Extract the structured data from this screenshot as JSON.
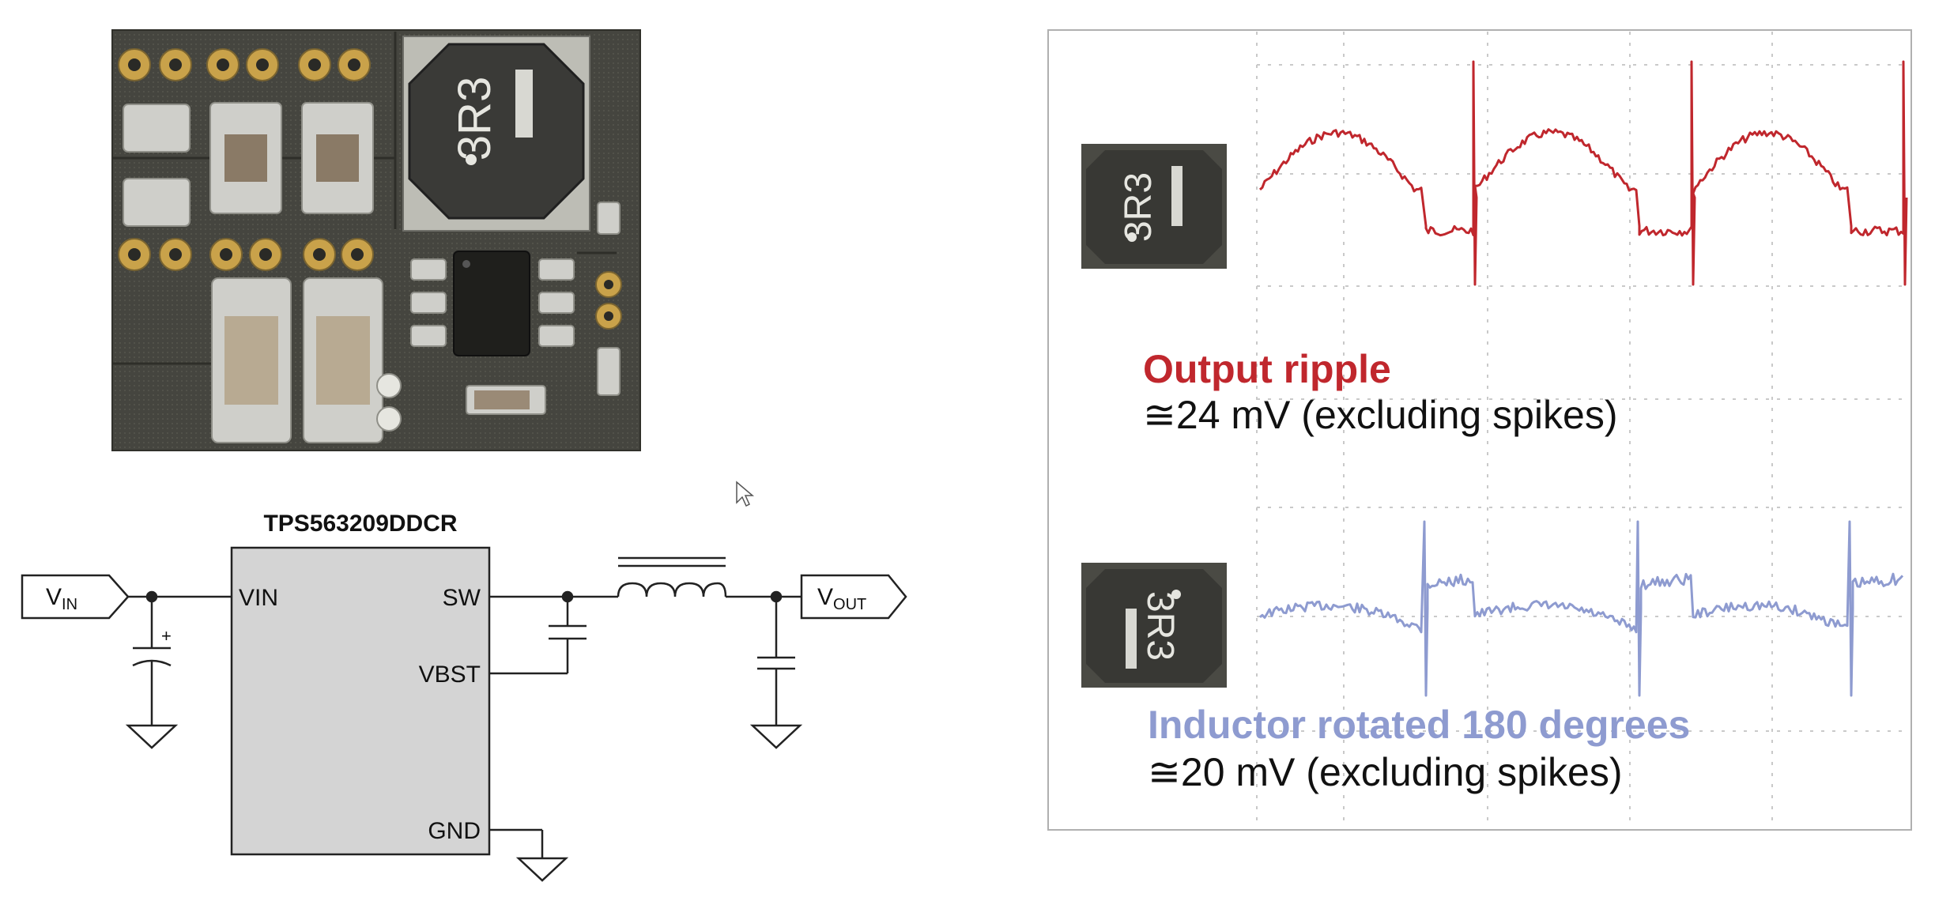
{
  "schematic": {
    "ic_part": "TPS563209DDCR",
    "vin_tag": {
      "main": "V",
      "sub": "IN"
    },
    "vout_tag": {
      "main": "V",
      "sub": "OUT"
    },
    "pins": {
      "vin": "VIN",
      "sw": "SW",
      "vbst": "VBST",
      "gnd": "GND"
    },
    "cap_polarity": "+"
  },
  "pcb_photo": {
    "inductor_marking": "3R3"
  },
  "scope": {
    "trace_top": {
      "inductor_marking": "3R3",
      "title": "Output ripple",
      "value_text": "≅24 mV (excluding spikes)",
      "color": "#c0272d"
    },
    "trace_bottom": {
      "inductor_marking": "3R3",
      "title": "Inductor rotated 180 degrees",
      "value_text": "≅20 mV (excluding spikes)",
      "color": "#8e9bd0"
    },
    "grid_color": "#c9c9c9",
    "border_color": "#b0b0b0"
  }
}
